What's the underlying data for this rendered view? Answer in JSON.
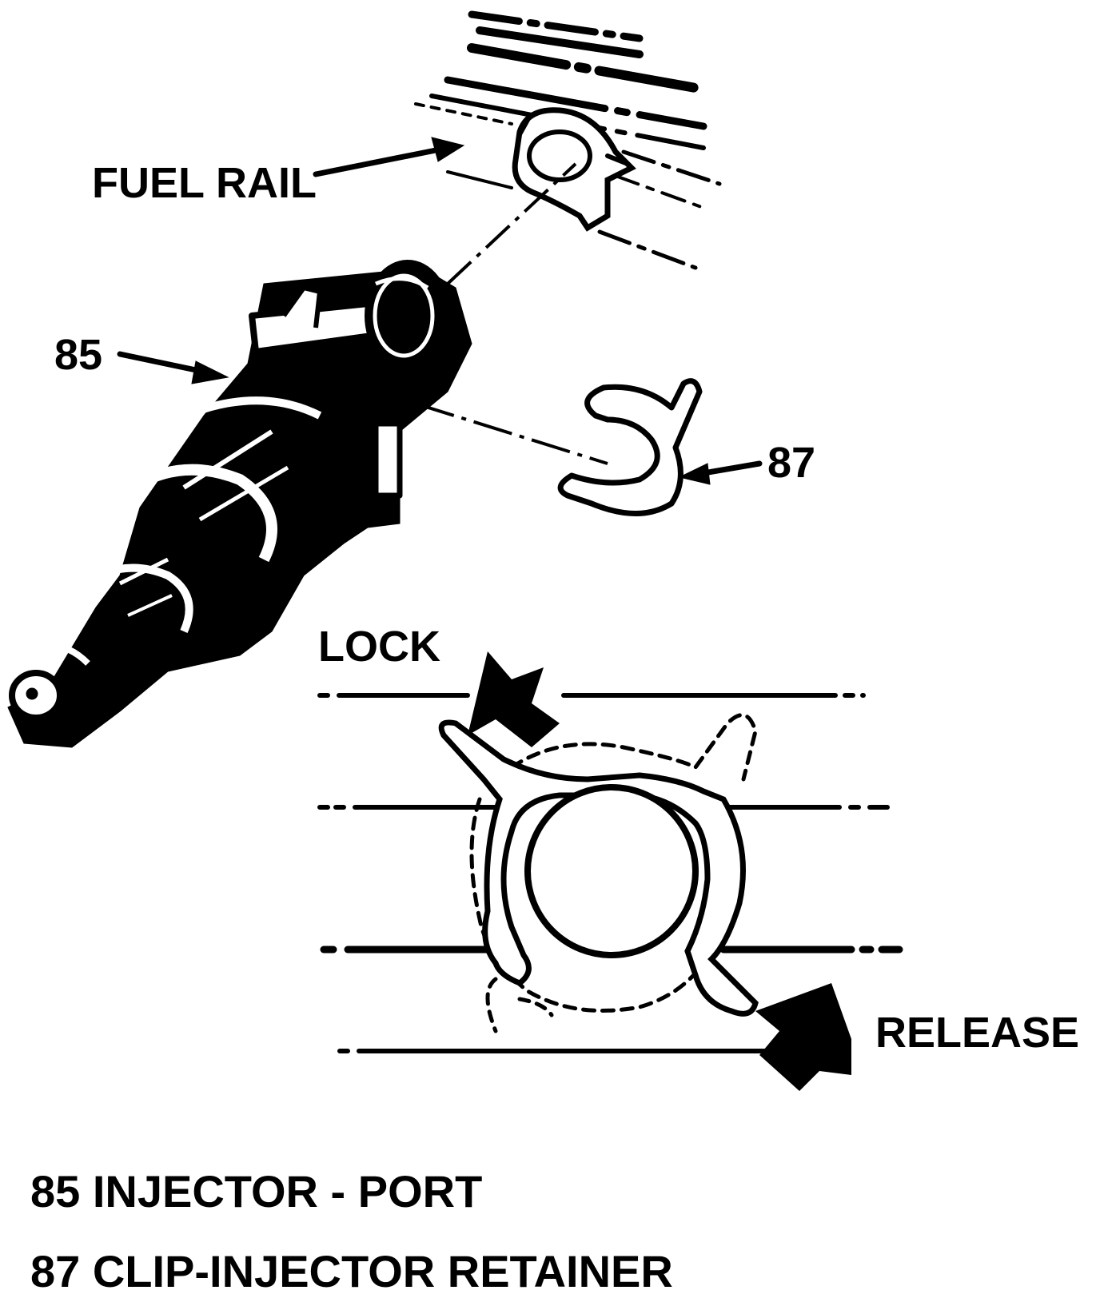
{
  "labels": {
    "fuel_rail": "FUEL RAIL",
    "callout_85": "85",
    "callout_87": "87",
    "lock": "LOCK",
    "release": "RELEASE"
  },
  "legend": [
    "85 INJECTOR - PORT",
    "87 CLIP-INJECTOR RETAINER"
  ],
  "colors": {
    "ink": "#000000",
    "paper": "#ffffff"
  }
}
